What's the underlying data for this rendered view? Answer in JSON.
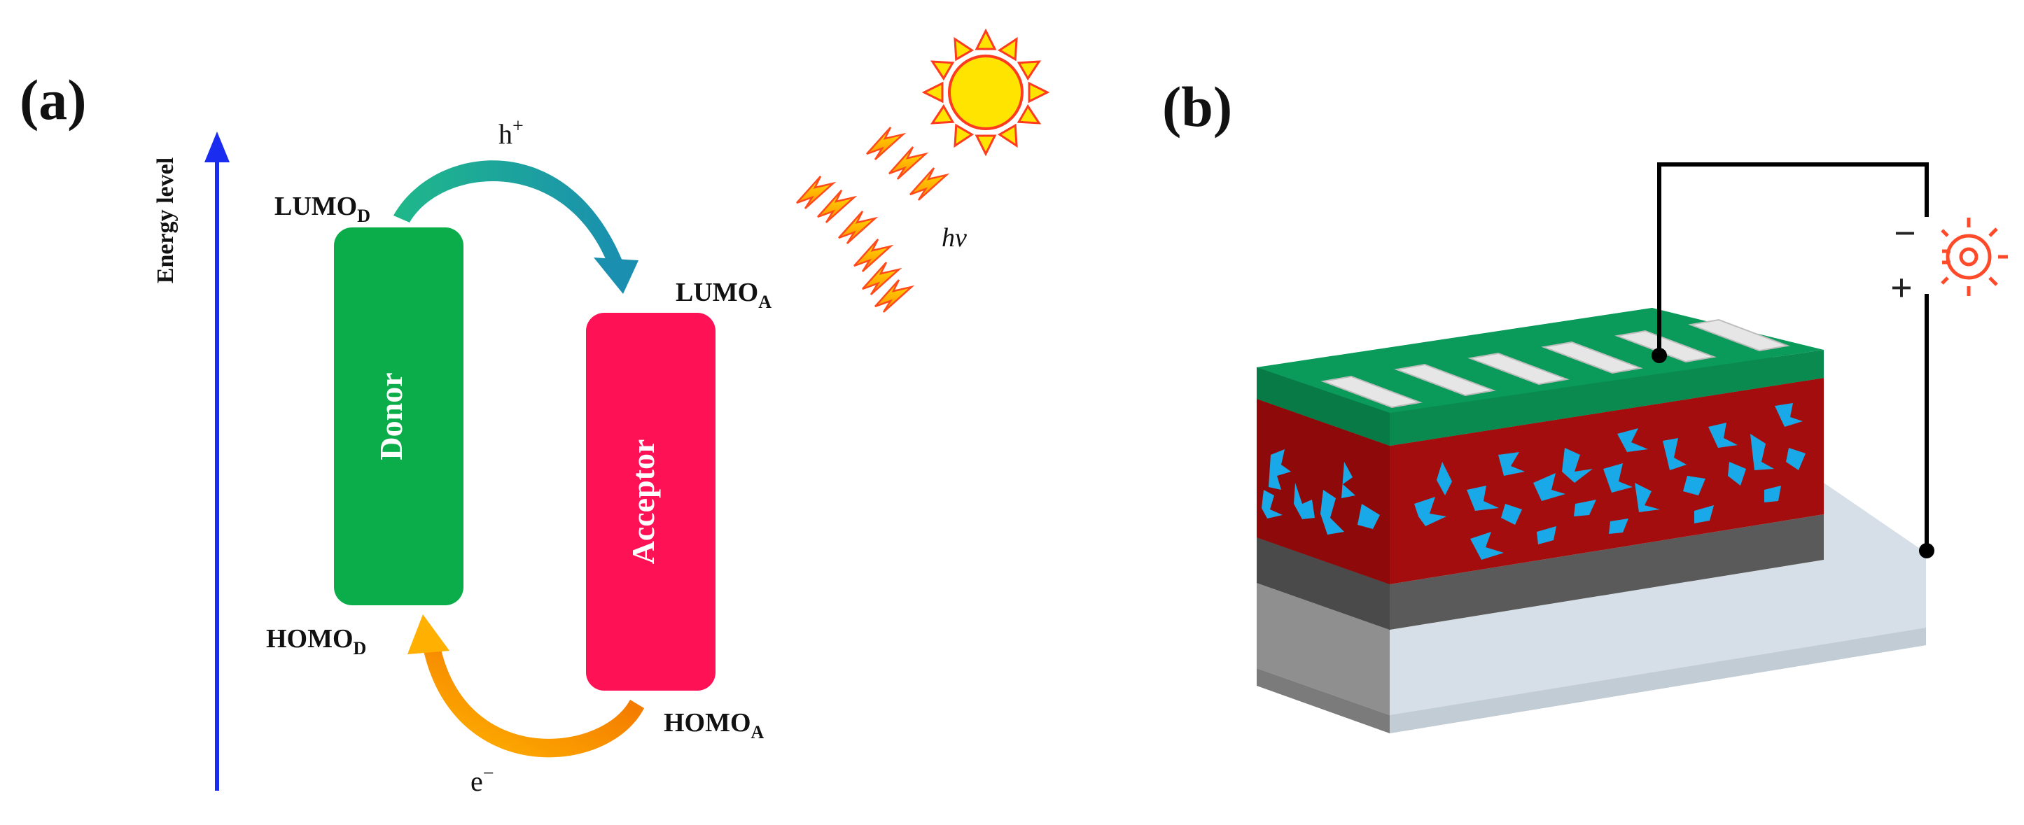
{
  "panel_a": {
    "label": "(a)",
    "axis_label": "Energy level",
    "donor": {
      "label": "Donor",
      "color": "#0bad4a"
    },
    "acceptor": {
      "label": "Acceptor",
      "color": "#ff1155"
    },
    "lumo_d": {
      "main": "LUMO",
      "sub": "D"
    },
    "homo_d": {
      "main": "HOMO",
      "sub": "D"
    },
    "lumo_a": {
      "main": "LUMO",
      "sub": "A"
    },
    "homo_a": {
      "main": "HOMO",
      "sub": "A"
    },
    "hole": {
      "main": "h",
      "sup": "+"
    },
    "electron": {
      "main": "e",
      "sup": "−"
    },
    "light": "hv",
    "colors": {
      "axis": "#1a2cf0",
      "hole_arrow": "#16a39a",
      "electron_arrow": "#f08a00",
      "sun": "#ffe400",
      "sun_rays": "#ff3b1f"
    }
  },
  "panel_b": {
    "label": "(b)",
    "minus": "−",
    "plus": "+",
    "colors": {
      "top_layer": "#0a9a5a",
      "active_layer": "#a30d0d",
      "domains": "#1aa9e8",
      "electrode": "#555555",
      "substrate": "#d4dde6",
      "bulb": "#ff4a2a"
    }
  }
}
